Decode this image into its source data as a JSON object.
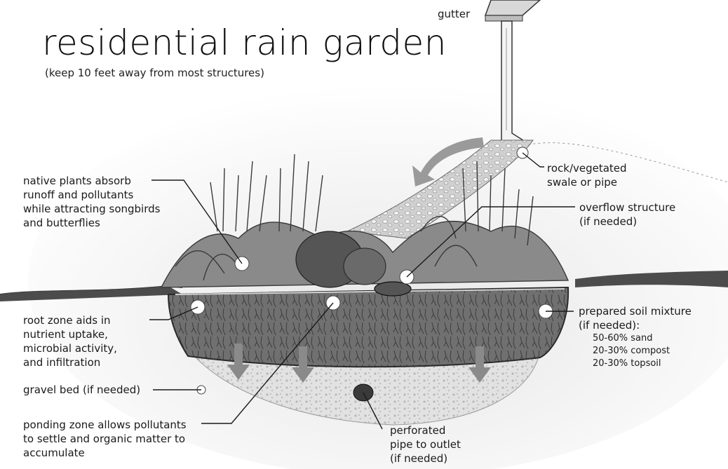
{
  "title": "residential rain garden",
  "subtitle": "(keep 10 feet away from most structures)",
  "labels": {
    "gutter": "gutter",
    "native_plants": [
      "native plants absorb",
      "runoff and pollutants",
      "while attracting songbirds",
      "and butterflies"
    ],
    "root_zone": [
      "root zone aids in",
      "nutrient uptake,",
      "microbial activity,",
      "and infiltration"
    ],
    "gravel_bed": "gravel bed (if needed)",
    "ponding_zone": [
      "ponding zone allows pollutants",
      "to settle and organic matter to",
      "accumulate"
    ],
    "rock_swale": [
      "rock/vegetated",
      "swale or pipe"
    ],
    "overflow": [
      "overflow structure",
      "(if needed)"
    ],
    "soil_mixture": [
      "prepared soil mixture",
      "(if needed):",
      "50-60% sand",
      "20-30% compost",
      "20-30% topsoil"
    ],
    "perforated_pipe": [
      "perforated",
      "pipe to outlet",
      "(if needed)"
    ]
  },
  "colors": {
    "line": "#1a1a1a",
    "soil": "#6b6b6b",
    "gravel": "#d9d9d9",
    "plants": "#4a4a4a",
    "arrow": "#8a8a8a"
  }
}
